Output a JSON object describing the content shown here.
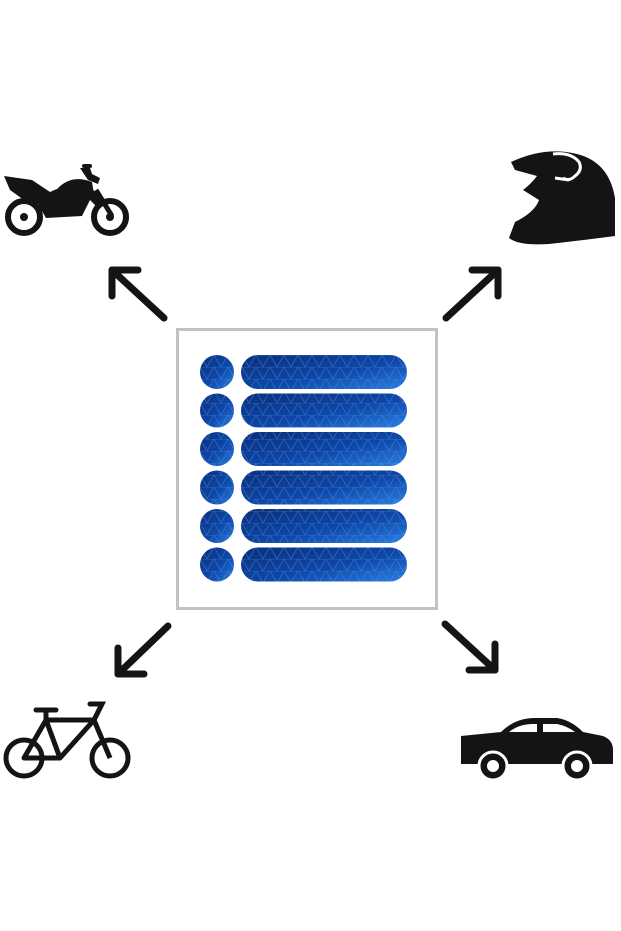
{
  "scene": {
    "background": "#ffffff",
    "icon_color": "#141414",
    "frame_color": "#c2c2c2",
    "reflector_colors": {
      "dark": "#0a2f7a",
      "mid": "#0d47a8",
      "light": "#2a7fe3"
    }
  },
  "icons": [
    {
      "name": "motorcycle-icon",
      "target": "top-left"
    },
    {
      "name": "helmet-icon",
      "target": "top-right"
    },
    {
      "name": "bicycle-icon",
      "target": "bottom-left"
    },
    {
      "name": "car-icon",
      "target": "bottom-right"
    }
  ],
  "product": {
    "name": "reflective-sticker-sheet",
    "rows": 6,
    "pieces_per_row": [
      "circle",
      "strip"
    ]
  }
}
